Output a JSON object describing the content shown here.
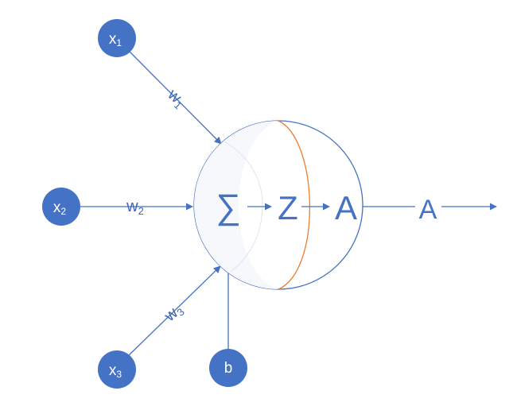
{
  "colors": {
    "node_fill": "#4472c4",
    "line": "#4472c4",
    "text": "#3f63b8",
    "activation_arc": "#ed7d31"
  },
  "inputs": [
    {
      "name": "x",
      "sub": "1"
    },
    {
      "name": "x",
      "sub": "2"
    },
    {
      "name": "x",
      "sub": "3"
    }
  ],
  "bias": {
    "label": "b"
  },
  "weights": [
    {
      "name": "w",
      "sub": "1"
    },
    {
      "name": "w",
      "sub": "2"
    },
    {
      "name": "w",
      "sub": "3"
    }
  ],
  "neuron": {
    "sum_symbol": "∑",
    "z_label": "Z",
    "a_label": "A"
  },
  "output": {
    "label": "A"
  }
}
